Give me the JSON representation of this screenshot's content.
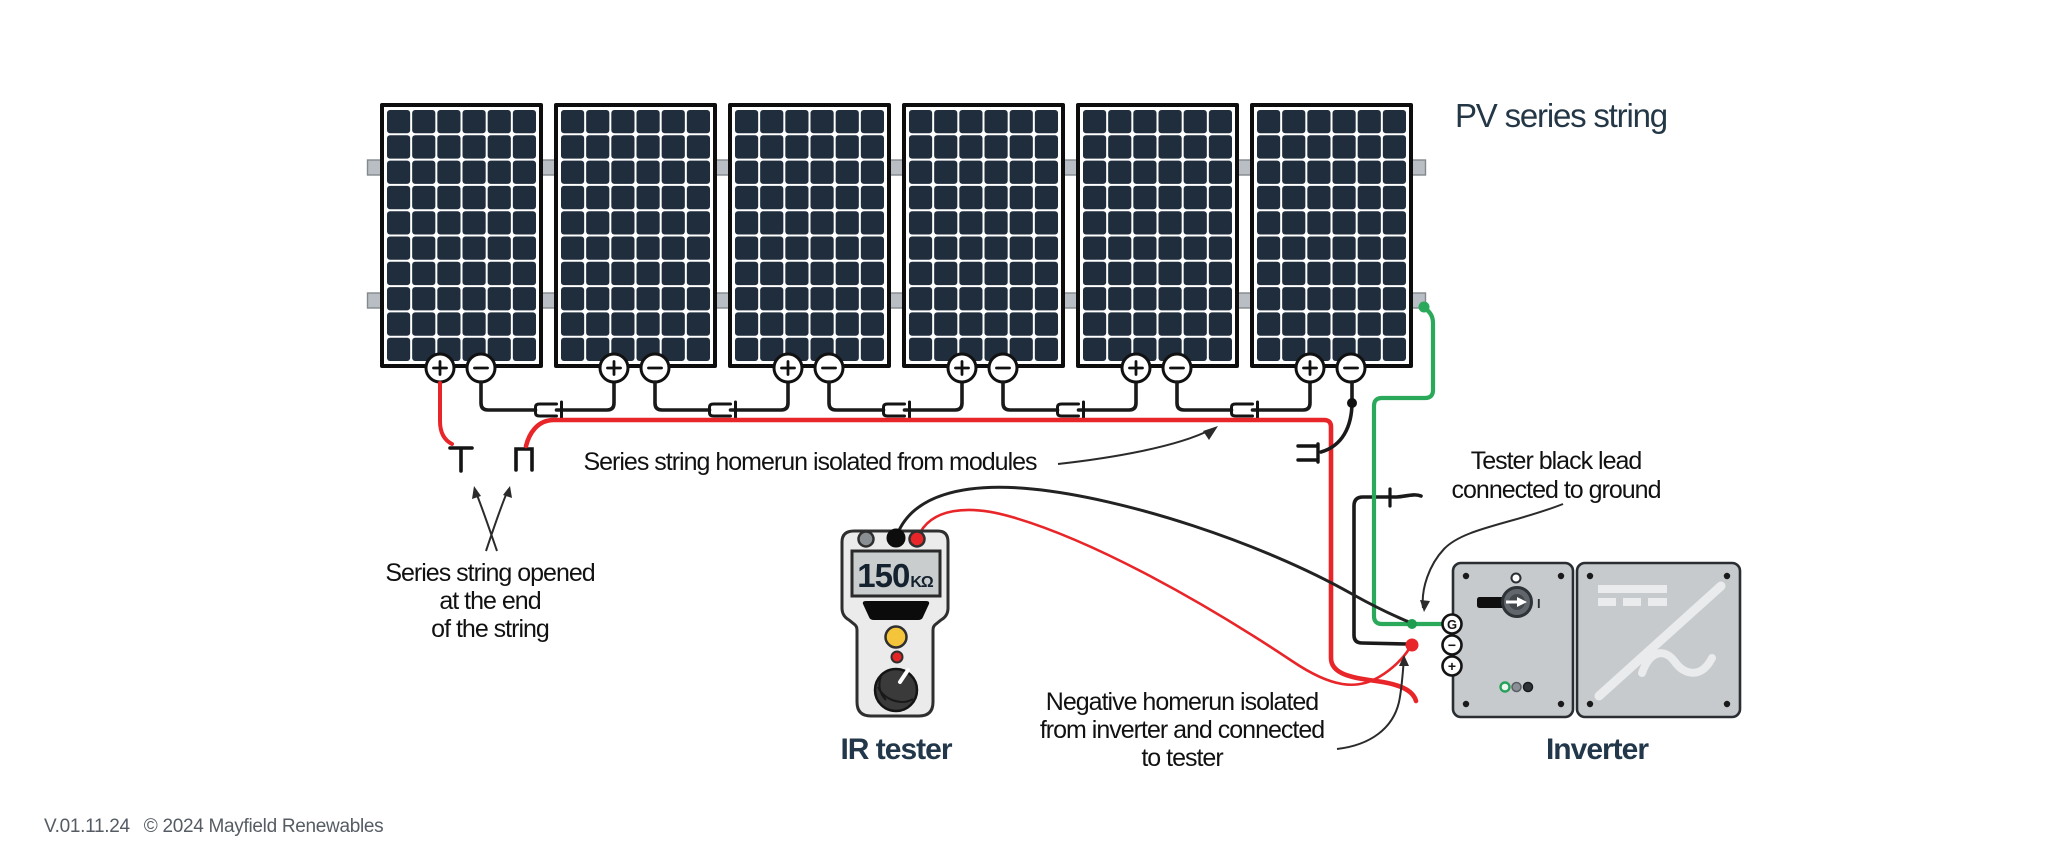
{
  "title": "PV series string",
  "footer": {
    "version": "V.01.11.24",
    "copyright": "© 2024 Mayfield Renewables"
  },
  "pv_array": {
    "panel_count": 6,
    "cell_columns": 6,
    "cell_rows": 10,
    "terminal_positive": "+",
    "terminal_negative": "−"
  },
  "annotations": {
    "string_open": {
      "lines": [
        "Series string opened",
        "at the end",
        "of the string"
      ]
    },
    "homerun_isolated": {
      "text": "Series string homerun isolated from modules"
    },
    "tester_ground": {
      "lines": [
        "Tester black lead",
        "connected to ground"
      ]
    },
    "negative_homerun": {
      "lines": [
        "Negative homerun isolated",
        "from inverter and connected",
        "to tester"
      ]
    }
  },
  "ir_tester": {
    "label": "IR tester",
    "display_value": "150",
    "display_unit": "KΩ"
  },
  "inverter": {
    "label": "Inverter",
    "terminals": [
      "G",
      "−",
      "+"
    ],
    "switch_position": "I"
  },
  "colors": {
    "positive_wire": "#e8262a",
    "negative_wire": "#1a1a1a",
    "ground_wire": "#2aa95a",
    "panel_cell": "#1f2d3c",
    "title_text": "#243746",
    "label_text": "#111111",
    "footer_text": "#565c64",
    "inverter_body": "#c6cacd",
    "tester_body": "#ebebeb"
  }
}
